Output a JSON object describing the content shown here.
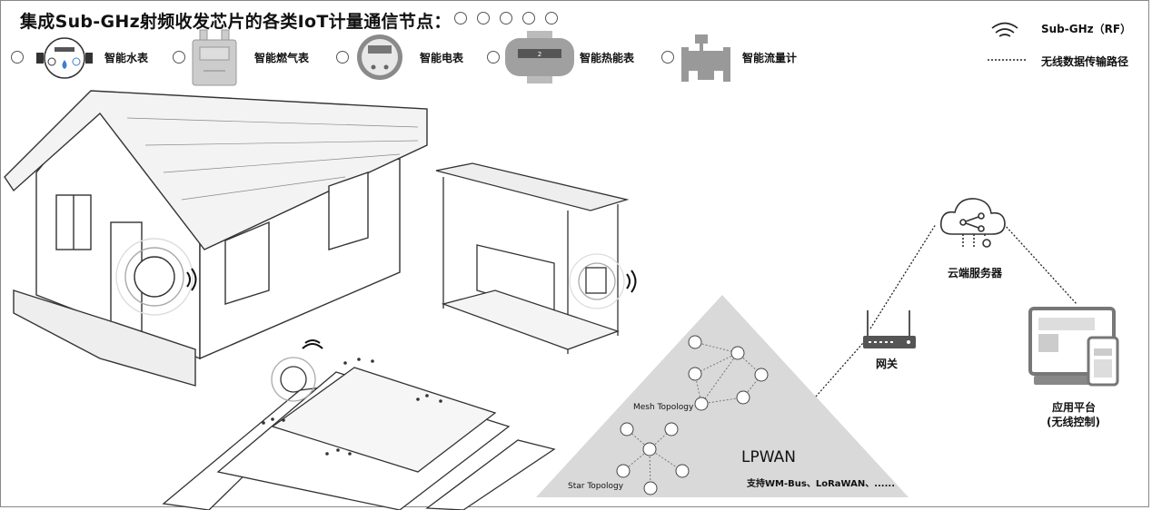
{
  "title": "集成Sub-GHz射频收发芯片的各类IoT计量通信节点：",
  "title_radio_count": 5,
  "meters": [
    {
      "label": "智能水表",
      "icon": "water-meter-icon"
    },
    {
      "label": "智能燃气表",
      "icon": "gas-meter-icon"
    },
    {
      "label": "智能电表",
      "icon": "electric-meter-icon"
    },
    {
      "label": "智能热能表",
      "icon": "heat-meter-icon",
      "display": "2"
    },
    {
      "label": "智能流量计",
      "icon": "flow-meter-icon"
    }
  ],
  "legend": {
    "rf": "Sub-GHz（RF）",
    "path": "无线数据传输路径"
  },
  "network": {
    "lpwan": "LPWAN",
    "protocols": "支持WM-Bus、LoRaWAN、......",
    "mesh": "Mesh Topology",
    "star": "Star Topology",
    "gateway": "网关",
    "cloud": "云端服务器",
    "app_line1": "应用平台",
    "app_line2": "(无线控制)"
  },
  "colors": {
    "triangle": "#d9d9d9",
    "device": "#666666",
    "line": "#222222"
  }
}
